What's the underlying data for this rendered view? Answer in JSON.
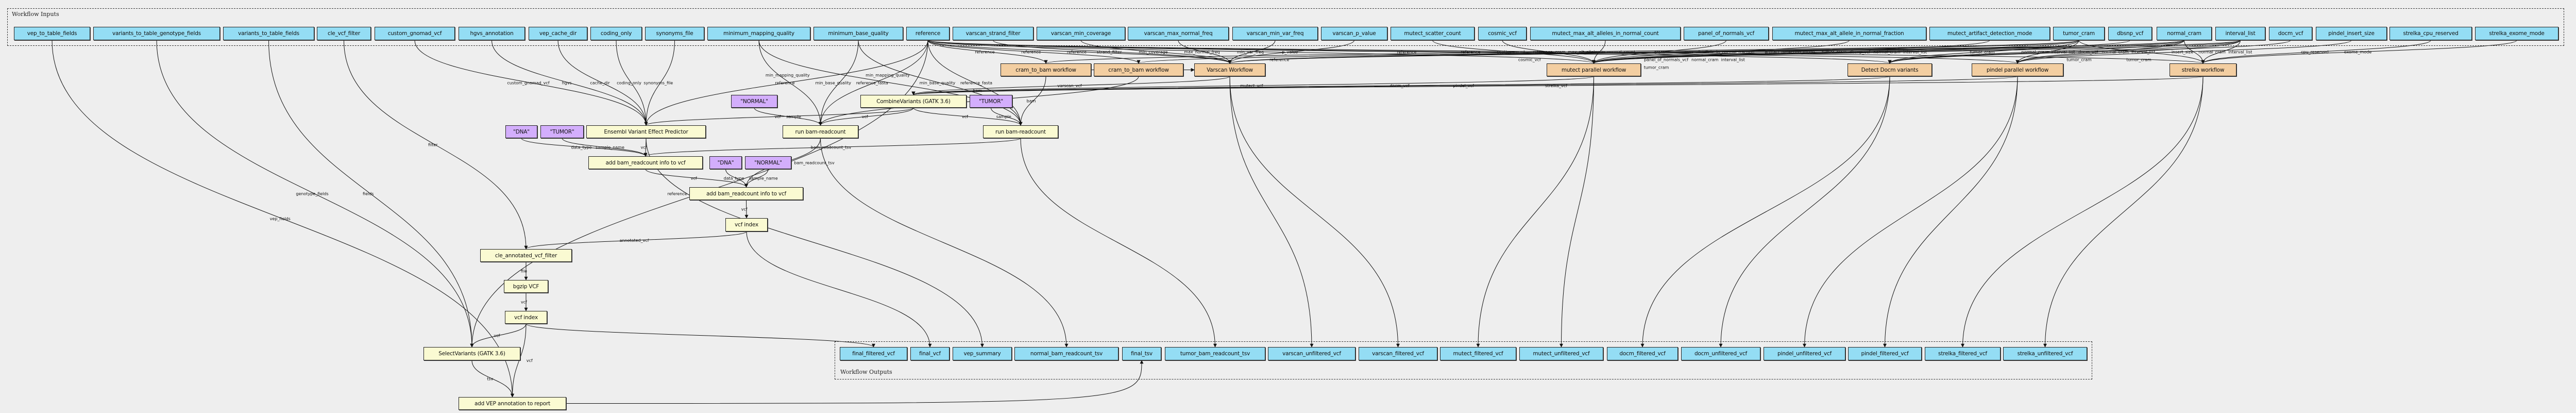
{
  "clusters": {
    "inputs_title": "Workflow Inputs",
    "outputs_title": "Workflow Outputs"
  },
  "inputs": {
    "vep_to_table_fields": "vep_to_table_fields",
    "variants_to_table_genotype_fields": "variants_to_table_genotype_fields",
    "variants_to_table_fields": "variants_to_table_fields",
    "cle_vcf_filter": "cle_vcf_filter",
    "custom_gnomad_vcf": "custom_gnomad_vcf",
    "hgvs_annotation": "hgvs_annotation",
    "vep_cache_dir": "vep_cache_dir",
    "coding_only": "coding_only",
    "synonyms_file": "synonyms_file",
    "minimum_mapping_quality": "minimum_mapping_quality",
    "minimum_base_quality": "minimum_base_quality",
    "reference": "reference",
    "varscan_strand_filter": "varscan_strand_filter",
    "varscan_min_coverage": "varscan_min_coverage",
    "varscan_max_normal_freq": "varscan_max_normal_freq",
    "varscan_min_var_freq": "varscan_min_var_freq",
    "varscan_p_value": "varscan_p_value",
    "mutect_scatter_count": "mutect_scatter_count",
    "cosmic_vcf": "cosmic_vcf",
    "mutect_max_alt_alleles_in_normal_count": "mutect_max_alt_alleles_in_normal_count",
    "panel_of_normals_vcf": "panel_of_normals_vcf",
    "mutect_max_alt_allele_in_normal_fraction": "mutect_max_alt_allele_in_normal_fraction",
    "mutect_artifact_detection_mode": "mutect_artifact_detection_mode",
    "tumor_cram": "tumor_cram",
    "dbsnp_vcf": "dbsnp_vcf",
    "normal_cram": "normal_cram",
    "interval_list": "interval_list",
    "docm_vcf": "docm_vcf",
    "pindel_insert_size": "pindel_insert_size",
    "strelka_cpu_reserved": "strelka_cpu_reserved",
    "strelka_exome_mode": "strelka_exome_mode"
  },
  "steps": {
    "cram1": "cram_to_bam workflow",
    "cram2": "cram_to_bam workflow",
    "varscan": "Varscan Workflow",
    "mutect": "mutect parallel workflow",
    "docm": "Detect Docm variants",
    "pindel": "pindel parallel workflow",
    "strelka": "strelka workflow",
    "normal_c": "\"NORMAL\"",
    "combine": "CombineVariants (GATK 3.6)",
    "tumor_c": "\"TUMOR\"",
    "dna1": "\"DNA\"",
    "tumor2": "\"TUMOR\"",
    "evp": "Ensembl Variant Effect Predictor",
    "rbr1": "run bam-readcount",
    "rbr2": "run bam-readcount",
    "add1": "add bam_readcount info to vcf",
    "dna2": "\"DNA\"",
    "normal2": "\"NORMAL\"",
    "add2": "add bam_readcount info to vcf",
    "vidx1": "vcf index",
    "cle": "cle_annotated_vcf_filter",
    "bgzip": "bgzip VCF",
    "vidx2": "vcf index",
    "select": "SelectVariants (GATK 3.6)",
    "addvep": "add VEP annotation to report"
  },
  "outputs": {
    "final_filtered_vcf": "final_filtered_vcf",
    "final_vcf": "final_vcf",
    "vep_summary": "vep_summary",
    "normal_bam_readcount_tsv": "normal_bam_readcount_tsv",
    "final_tsv": "final_tsv",
    "tumor_bam_readcount_tsv": "tumor_bam_readcount_tsv",
    "varscan_unfiltered_vcf": "varscan_unfiltered_vcf",
    "varscan_filtered_vcf": "varscan_filtered_vcf",
    "mutect_filtered_vcf": "mutect_filtered_vcf",
    "mutect_unfiltered_vcf": "mutect_unfiltered_vcf",
    "docm_filtered_vcf": "docm_filtered_vcf",
    "docm_unfiltered_vcf": "docm_unfiltered_vcf",
    "pindel_unfiltered_vcf": "pindel_unfiltered_vcf",
    "pindel_filtered_vcf": "pindel_filtered_vcf",
    "strelka_filtered_vcf": "strelka_filtered_vcf",
    "strelka_unfiltered_vcf": "strelka_unfiltered_vcf"
  },
  "edge_labels": [
    "custom_gnomad_vcf",
    "hgvs",
    "cache_dir",
    "coding_only",
    "synonyms_file",
    "reference",
    "vcf",
    "vcf",
    "data_type",
    "sample_name",
    "bam_readcount_tsv",
    "min_mapping_quality",
    "reference_fasta",
    "min_base_quality",
    "sample",
    "vcf",
    "bam",
    "min_mapping_quality",
    "min_base_quality",
    "reference_fasta",
    "vcf",
    "sample",
    "bam",
    "bam_readcount_tsv",
    "vcf",
    "data_type",
    "sample_name",
    "vcf",
    "annotated_vcf",
    "filter",
    "file",
    "vcf",
    "vcf",
    "vcf",
    "tsv",
    "reference",
    "fields",
    "genotype_fields",
    "vep_fields",
    "varscan_vcf",
    "mutect_vcf",
    "docm_vcf",
    "pindel_vcf",
    "strelka_vcf",
    "reference",
    "cram",
    "reference",
    "cram",
    "reference",
    "strand_filter",
    "min_coverage",
    "max_normal_freq",
    "min_var_freq",
    "p_value",
    "reference",
    "scatter_count",
    "cosmic_vcf",
    "tumor_cram",
    "max_alt_alleles_in_normal_count",
    "panel_of_normals_vcf",
    "normal_cram",
    "max_alt_allele_in_normal_fraction",
    "artifact_detection_mode",
    "dbsnp_vcf",
    "interval_list",
    "reference",
    "tumor_cram",
    "normal_cram",
    "docm_vcf",
    "interval_list",
    "reference",
    "tumor_cram",
    "normal_cram",
    "interval_list",
    "insert_size",
    "reference",
    "tumor_cram",
    "normal_cram",
    "interval_list",
    "cpu_reserved",
    "exome_mode",
    "tumor_cram",
    "normal_cram",
    "interval_list"
  ],
  "colors": {
    "input": "#94ddf4",
    "output": "#94ddf4",
    "step": "#fafad2",
    "workflow": "#f3cea1",
    "constant": "#d3aefc"
  }
}
